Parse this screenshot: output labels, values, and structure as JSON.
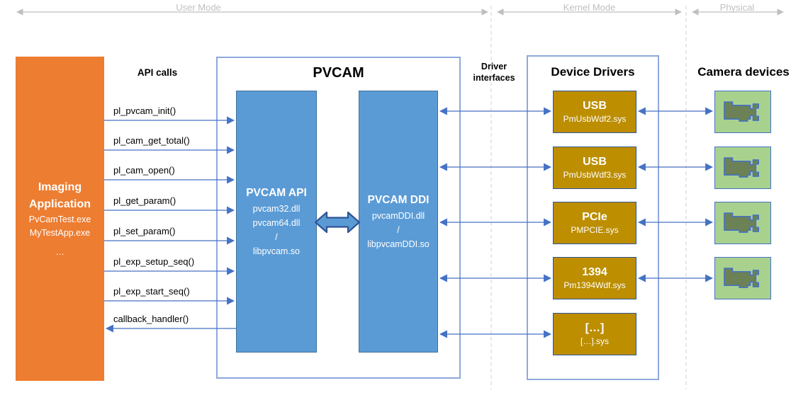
{
  "modes": {
    "user": "User Mode",
    "kernel": "Kernel Mode",
    "physical": "Physical"
  },
  "imaging_app": {
    "title_line1": "Imaging",
    "title_line2": "Application",
    "items": [
      "PvCamTest.exe",
      "MyTestApp.exe"
    ],
    "ellipsis": "…",
    "color": "#ED7D31"
  },
  "api_calls": {
    "heading": "API calls",
    "calls": [
      {
        "label": "pl_pvcam_init()",
        "direction": "right"
      },
      {
        "label": "pl_cam_get_total()",
        "direction": "right"
      },
      {
        "label": "pl_cam_open()",
        "direction": "right"
      },
      {
        "label": "pl_get_param()",
        "direction": "right"
      },
      {
        "label": "pl_set_param()",
        "direction": "right"
      },
      {
        "label": "pl_exp_setup_seq()",
        "direction": "right"
      },
      {
        "label": "pl_exp_start_seq()",
        "direction": "right"
      },
      {
        "label": "callback_handler()",
        "direction": "left"
      }
    ]
  },
  "pvcam": {
    "title": "PVCAM",
    "api_box": {
      "title": "PVCAM API",
      "lines": [
        "pvcam32.dll",
        "pvcam64.dll",
        "/",
        "libpvcam.so"
      ],
      "color": "#5B9BD5"
    },
    "ddi_box": {
      "title": "PVCAM DDI",
      "lines": [
        "pvcamDDI.dll",
        "/",
        "libpvcamDDI.so"
      ],
      "color": "#5B9BD5"
    }
  },
  "driver_interfaces": {
    "line1": "Driver",
    "line2": "interfaces"
  },
  "device_drivers": {
    "title": "Device Drivers",
    "color": "#BC8E00",
    "drivers": [
      {
        "name": "USB",
        "file": "PmUsbWdf2.sys"
      },
      {
        "name": "USB",
        "file": "PmUsbWdf3.sys"
      },
      {
        "name": "PCIe",
        "file": "PMPCIE.sys"
      },
      {
        "name": "1394",
        "file": "Pm1394Wdf.sys"
      },
      {
        "name": "[…]",
        "file": "[…].sys"
      }
    ]
  },
  "cameras": {
    "title": "Camera devices",
    "devices": 4,
    "box_color": "#A9D18E",
    "icon": "video-camera-icon",
    "icon_color": "#6C8155"
  },
  "colors": {
    "connector_blue": "#4472C4",
    "ruler_gray": "#BFBFBF",
    "outer_border": "#8EA9DB"
  }
}
